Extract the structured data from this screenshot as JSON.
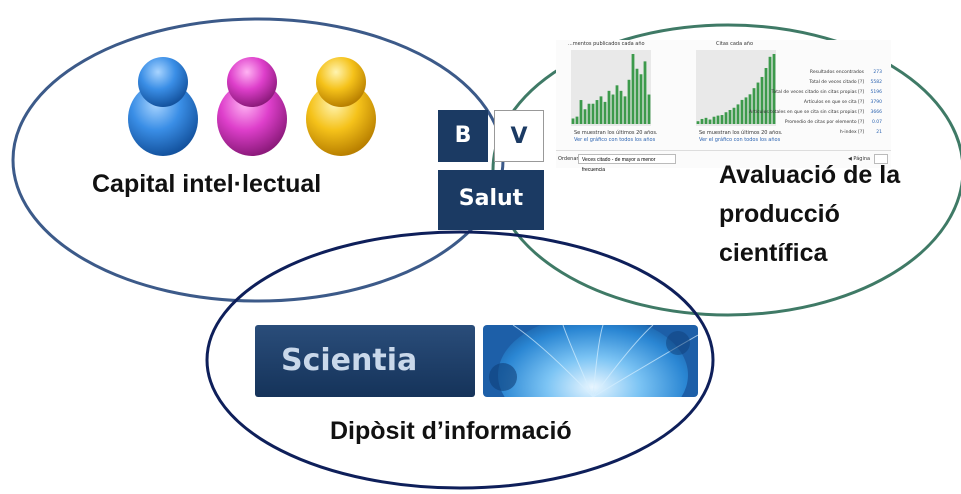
{
  "labels": {
    "capital": "Capital intel·lectual",
    "evaluation": [
      "Avaluació de la",
      "producció",
      "científica"
    ],
    "repository": "Dipòsit d’informació"
  },
  "logo": {
    "b": "B",
    "v": "V",
    "salut": "Salut"
  },
  "scientia": {
    "name": "Scientia"
  },
  "stats_panel": {
    "chart1_title": "...mentos publicados cada año",
    "chart2_title": "Citas cada año",
    "chart1_caption": [
      "Se muestran los últimos 20 años.",
      "Ver el gráfico con todos los años"
    ],
    "chart2_caption": [
      "Se muestran los últimos 20 años.",
      "Ver el gráfico con todos los años"
    ],
    "rows": [
      {
        "label": "Resultados encontrados",
        "value": "273"
      },
      {
        "label": "Total de veces citado [?]",
        "value": "5582"
      },
      {
        "label": "Total de veces citado sin citas propias [?]",
        "value": "5196"
      },
      {
        "label": "Artículos en que se cita [?]",
        "value": "3790"
      },
      {
        "label": "Artículos totales en que se cita sin citas propias [?]",
        "value": "3666"
      },
      {
        "label": "Promedio de citas por elemento [?]",
        "value": "0.07"
      },
      {
        "label": "h-index [?]",
        "value": "21"
      }
    ],
    "sort_label": "Ordenar por:",
    "sort_value": "Veces citado - de mayor a menor frecuencia",
    "page_label": "◀ Página"
  },
  "colors": {
    "capital_ellipse": "#3c5a89",
    "evaluation_ellipse": "#3f7a66",
    "repository_ellipse": "#0e1f5a",
    "bar_green": "#3c9a4b",
    "logo_navy": "#1b3a63"
  },
  "chart_data": [
    {
      "type": "bar",
      "title": "...mentos publicados cada año",
      "values": [
        3,
        4,
        13,
        8,
        11,
        11,
        13,
        15,
        12,
        18,
        16,
        21,
        18,
        15,
        24,
        38,
        30,
        27,
        34,
        16
      ]
    },
    {
      "type": "bar",
      "title": "Citas cada año",
      "values": [
        10,
        18,
        22,
        16,
        26,
        30,
        32,
        42,
        50,
        58,
        70,
        86,
        95,
        106,
        128,
        148,
        168,
        200,
        240,
        250
      ]
    }
  ]
}
